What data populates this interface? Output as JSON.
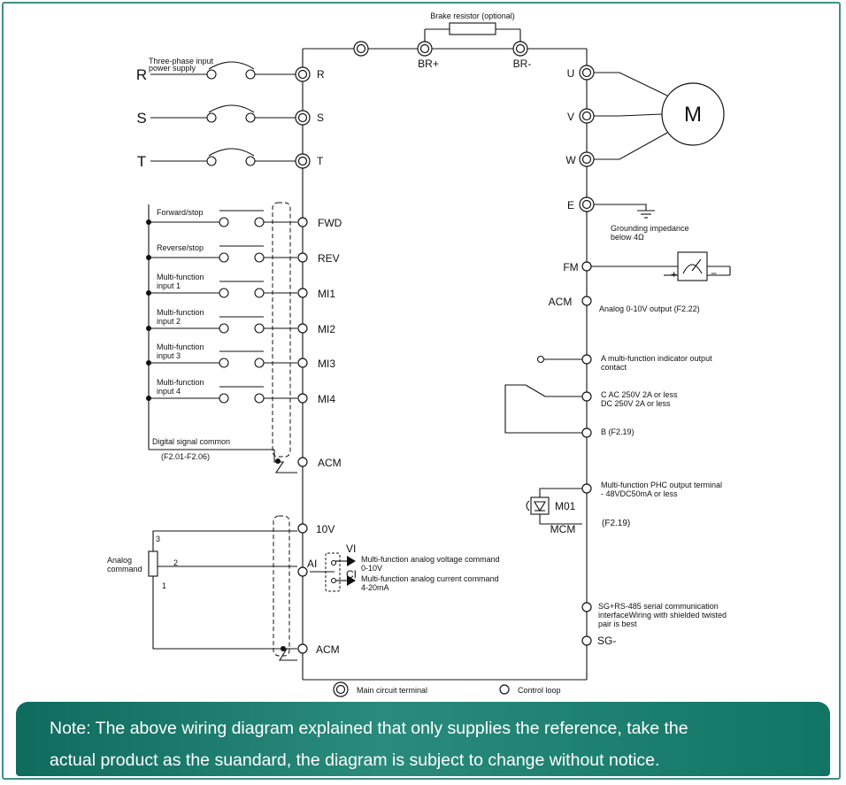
{
  "brake": {
    "label": "Brake resistor (optional)",
    "plus": "BR+",
    "minus": "BR-"
  },
  "power": {
    "caption": [
      "Three-phase input",
      "power supply"
    ],
    "phases": [
      {
        "line": "R",
        "terminal": "R"
      },
      {
        "line": "S",
        "terminal": "S"
      },
      {
        "line": "T",
        "terminal": "T"
      }
    ]
  },
  "inputs": [
    {
      "label": [
        "Forward/stop"
      ],
      "terminal": "FWD"
    },
    {
      "label": [
        "Reverse/stop"
      ],
      "terminal": "REV"
    },
    {
      "label": [
        "Multi-function",
        "input 1"
      ],
      "terminal": "MI1"
    },
    {
      "label": [
        "Multi-function",
        "input 2"
      ],
      "terminal": "MI2"
    },
    {
      "label": [
        "Multi-function",
        "input 3"
      ],
      "terminal": "MI3"
    },
    {
      "label": [
        "Multi-function",
        "input 4"
      ],
      "terminal": "MI4"
    }
  ],
  "digital_common": {
    "label": "Digital signal common",
    "param": "(F2.01-F2.06)",
    "terminal": "ACM"
  },
  "analog_in": {
    "terminal_10v": "10V",
    "terminal_ai": "AI",
    "terminal_acm": "ACM",
    "command": [
      "Analog",
      "command"
    ],
    "pins": [
      "3",
      "2",
      "1"
    ],
    "vi": "VI",
    "ci": "CI",
    "voltage_desc": [
      "Multi-function analog voltage command",
      "0-10V"
    ],
    "current_desc": [
      "Multi-function analog current command",
      "4-20mA"
    ]
  },
  "motor": {
    "symbol": "M",
    "terminals": [
      "U",
      "V",
      "W"
    ]
  },
  "ground": {
    "terminal": "E",
    "note": [
      "Grounding impedance",
      "below 4Ω"
    ]
  },
  "meter": {
    "terminal_fm": "FM",
    "terminal_acm": "ACM",
    "desc": "Analog 0-10V output (F2.22)",
    "plus": "+",
    "minus": "−"
  },
  "relay": {
    "a": [
      "A multi-function indicator output",
      "contact"
    ],
    "c": [
      "C  AC 250V 2A or less",
      "DC 250V 2A or less"
    ],
    "b": "B  (F2.19)"
  },
  "phc": {
    "desc": [
      "Multi-function PHC output terminal",
      "- 48VDC50mA or less"
    ],
    "m01": "M01",
    "mcm": "MCM",
    "param": "(F2.19)"
  },
  "comm": {
    "desc": [
      "SG+RS-485 serial communication",
      "interfaceWiring with shielded twisted",
      "pair is best"
    ],
    "sg": "SG-"
  },
  "legend": {
    "main": "Main circuit terminal",
    "control": "Control loop"
  },
  "note": [
    "Note: The above wiring diagram explained that only supplies the reference, take the",
    "actual product as the suandard, the diagram is subject to change without notice."
  ],
  "colors": {
    "banner": "#1c7d6e",
    "frame": "#3f8f84",
    "ink": "#111111"
  }
}
